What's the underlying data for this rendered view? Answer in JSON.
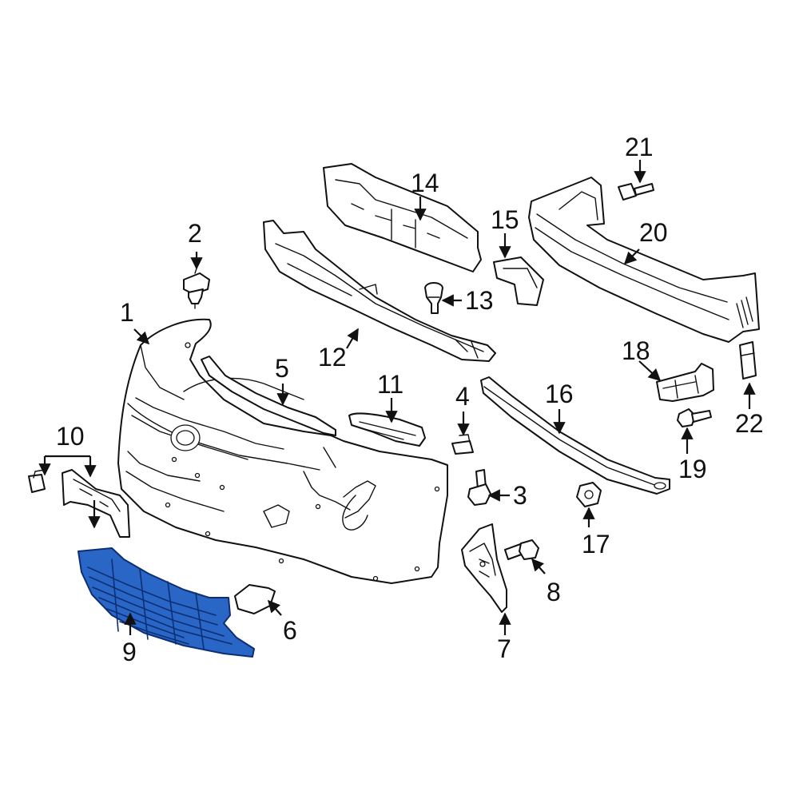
{
  "diagram": {
    "highlight_color": "#2a66c6",
    "callouts": [
      {
        "id": "1",
        "label": "1"
      },
      {
        "id": "2",
        "label": "2"
      },
      {
        "id": "3",
        "label": "3"
      },
      {
        "id": "4",
        "label": "4"
      },
      {
        "id": "5",
        "label": "5"
      },
      {
        "id": "6",
        "label": "6"
      },
      {
        "id": "7",
        "label": "7"
      },
      {
        "id": "8",
        "label": "8"
      },
      {
        "id": "9",
        "label": "9"
      },
      {
        "id": "10",
        "label": "10"
      },
      {
        "id": "11",
        "label": "11"
      },
      {
        "id": "12",
        "label": "12"
      },
      {
        "id": "13",
        "label": "13"
      },
      {
        "id": "14",
        "label": "14"
      },
      {
        "id": "15",
        "label": "15"
      },
      {
        "id": "16",
        "label": "16"
      },
      {
        "id": "17",
        "label": "17"
      },
      {
        "id": "18",
        "label": "18"
      },
      {
        "id": "19",
        "label": "19"
      },
      {
        "id": "20",
        "label": "20"
      },
      {
        "id": "21",
        "label": "21"
      },
      {
        "id": "22",
        "label": "22"
      }
    ]
  }
}
